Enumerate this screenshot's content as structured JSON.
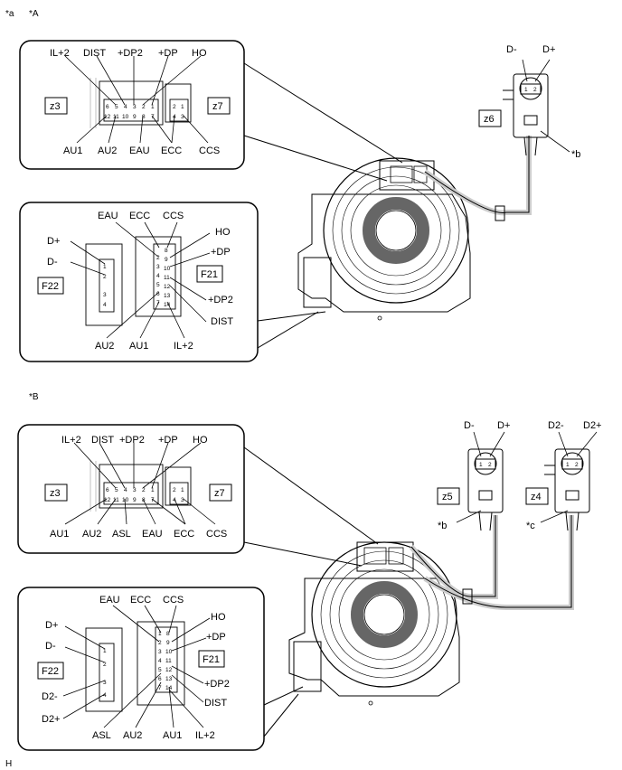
{
  "page": {
    "corner_a": "*a",
    "footer": "H"
  },
  "figA": {
    "marker": "*A",
    "inset_top": {
      "top_labels": [
        "IL+2",
        "DIST",
        "+DP2",
        "+DP",
        "HO"
      ],
      "bottom_labels": [
        "AU1",
        "AU2",
        "EAU",
        "ECC",
        "CCS"
      ],
      "box_left": "z3",
      "box_right": "z7",
      "pins_row1": [
        "6",
        "5",
        "4",
        "3",
        "2",
        "1"
      ],
      "pins_row2": [
        "12",
        "11",
        "10",
        "9",
        "8",
        "7"
      ],
      "pins_right_row1": [
        "2",
        "1"
      ],
      "pins_right_row2": [
        "4",
        "3"
      ]
    },
    "inset_bottom": {
      "top_labels": [
        "EAU",
        "ECC",
        "CCS"
      ],
      "right_labels": [
        "HO",
        "+DP",
        "+DP2",
        "DIST"
      ],
      "left_labels": [
        "D+",
        "D-"
      ],
      "bottom_labels": [
        "AU2",
        "AU1",
        "IL+2"
      ],
      "box_left": "F22",
      "box_right": "F21",
      "pins_left": [
        "1",
        "2",
        "3",
        "4"
      ],
      "pins_col1": [
        "2",
        "3",
        "4",
        "5",
        "6",
        "7"
      ],
      "pins_col2": [
        "8",
        "9",
        "10",
        "11",
        "12",
        "13",
        "14"
      ]
    },
    "sensor": {
      "labels": [
        "D-",
        "D+"
      ],
      "box": "z6",
      "callout": "*b",
      "pins": [
        "1",
        "2"
      ]
    }
  },
  "figB": {
    "marker": "*B",
    "inset_top": {
      "top_labels": [
        "IL+2",
        "DIST",
        "+DP2",
        "+DP",
        "HO"
      ],
      "bottom_labels": [
        "AU1",
        "AU2",
        "ASL",
        "EAU",
        "ECC",
        "CCS"
      ],
      "box_left": "z3",
      "box_right": "z7",
      "pins_row1": [
        "6",
        "5",
        "4",
        "3",
        "2",
        "1"
      ],
      "pins_row2": [
        "12",
        "11",
        "10",
        "9",
        "8",
        "7"
      ],
      "pins_right_row1": [
        "2",
        "1"
      ],
      "pins_right_row2": [
        "4",
        "3"
      ]
    },
    "inset_bottom": {
      "top_labels": [
        "EAU",
        "ECC",
        "CCS"
      ],
      "right_labels": [
        "HO",
        "+DP",
        "+DP2",
        "DIST"
      ],
      "left_labels": [
        "D+",
        "D-",
        "D2-",
        "D2+"
      ],
      "bottom_labels": [
        "ASL",
        "AU2",
        "AU1",
        "IL+2"
      ],
      "box_left": "F22",
      "box_right": "F21",
      "pins_left": [
        "1",
        "2",
        "3",
        "4"
      ],
      "pins_col1": [
        "1",
        "2",
        "3",
        "4",
        "5",
        "6",
        "7"
      ],
      "pins_col2": [
        "8",
        "9",
        "10",
        "11",
        "12",
        "13",
        "14"
      ]
    },
    "sensor1": {
      "labels": [
        "D-",
        "D+"
      ],
      "box": "z5",
      "callout": "*b",
      "pins": [
        "1",
        "2"
      ]
    },
    "sensor2": {
      "labels": [
        "D2-",
        "D2+"
      ],
      "box": "z4",
      "callout": "*c",
      "pins": [
        "1",
        "2"
      ]
    }
  }
}
